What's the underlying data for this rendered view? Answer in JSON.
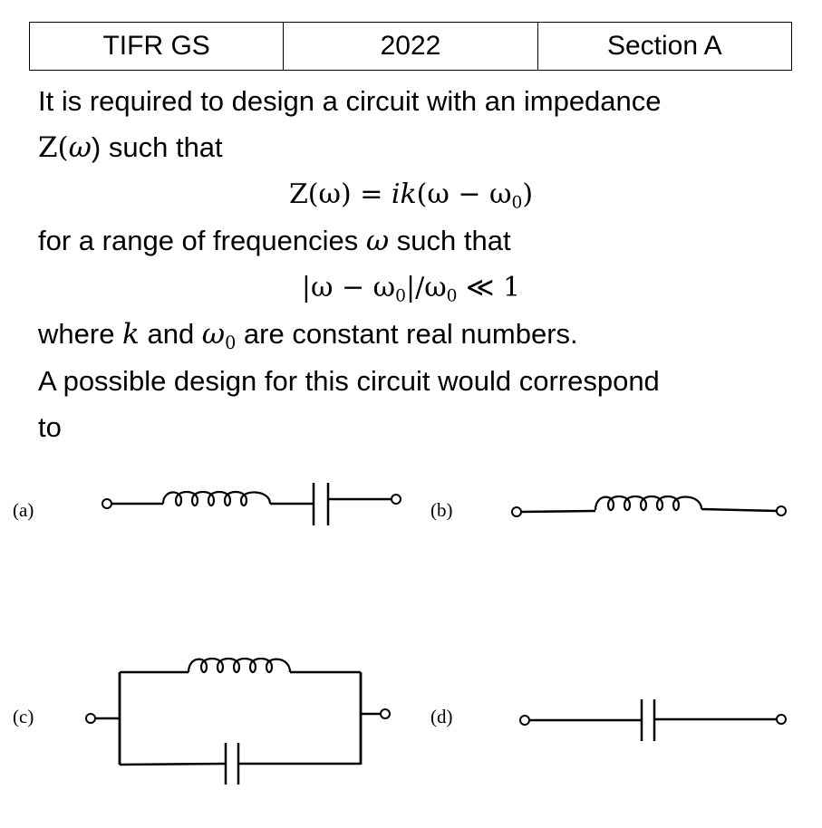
{
  "header": {
    "col1": "TIFR GS",
    "col2": "2022",
    "col3": "Section A"
  },
  "question": {
    "line1": "It is required to design a circuit with an impedance",
    "line2_pre": "Z(",
    "line2_omega": "ω",
    "line2_post": ") such that",
    "equation1_lhs": "Z(ω) = ",
    "equation1_rhs_italic": "ik",
    "equation1_rhs": "(ω − ω",
    "equation1_sub": "0",
    "equation1_close": ")",
    "line3_pre": "for a range of frequencies ",
    "line3_omega": "ω",
    "line3_post": " such that",
    "equation2_a": "|ω − ω",
    "equation2_sub1": "0",
    "equation2_b": "|/ω",
    "equation2_sub2": "0",
    "equation2_c": " ≪ 1",
    "line4_pre": "where ",
    "line4_k": "k",
    "line4_mid": " and ",
    "line4_omega": "ω",
    "line4_sub": "0",
    "line4_post": " are constant real numbers.",
    "line5": "A possible design for this circuit would correspond",
    "line6": "to"
  },
  "options": {
    "a": "(a)",
    "b": "(b)",
    "c": "(c)",
    "d": "(d)"
  },
  "icons": [
    "inductor-coil",
    "capacitor-plates",
    "terminal-circle"
  ]
}
